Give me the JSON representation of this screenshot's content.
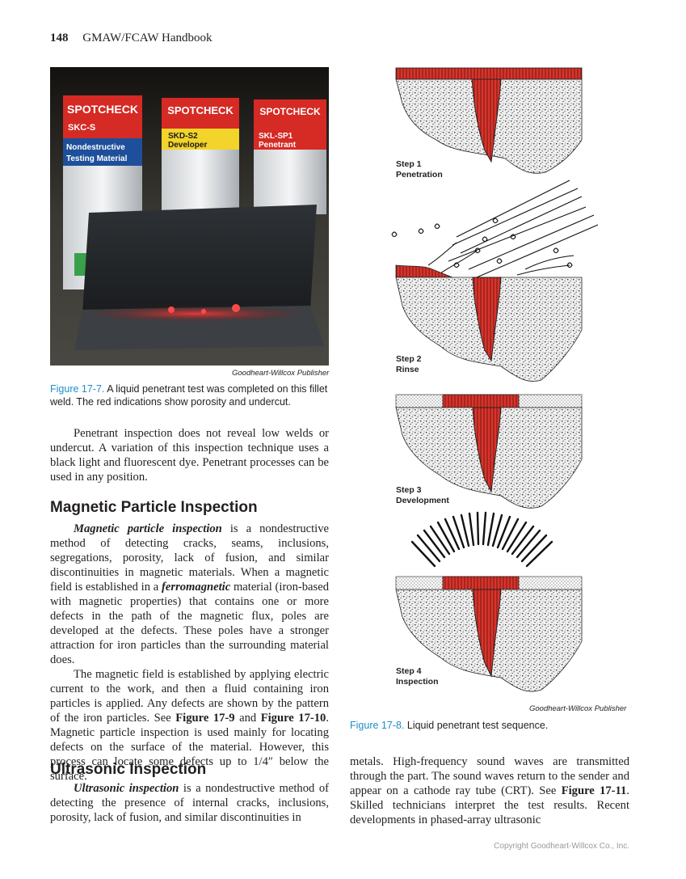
{
  "header": {
    "page_number": "148",
    "book_title": "GMAW/FCAW Handbook"
  },
  "figure_17_7": {
    "photo_cans": [
      {
        "brand": "SPOTCHECK",
        "code": "SKC-S",
        "line1": "Nondestructive",
        "line2": "Testing Material"
      },
      {
        "brand": "SPOTCHECK",
        "code": "SKD-S2",
        "line1": "Developer",
        "line2": ""
      },
      {
        "brand": "SPOTCHECK",
        "code": "SKL-SP1",
        "line1": "Penetrant",
        "line2": ""
      }
    ],
    "credit": "Goodheart-Willcox Publisher",
    "label": "Figure 17-7.",
    "caption": " A liquid penetrant test was completed on this fillet weld. The red indications show porosity and undercut."
  },
  "intro_paragraph": "Penetrant inspection does not reveal low welds or undercut. A variation of this inspection technique uses a black light and fluorescent dye. Penetrant processes can be used in any position.",
  "magnetic": {
    "heading": "Magnetic Particle Inspection",
    "p1_term": "Magnetic particle inspection",
    "p1_a": " is a nondestructive method of detecting cracks, seams, inclusions, segregations, porosity, lack of fusion, and similar discontinuities in magnetic materials. When a magnetic field is established in a ",
    "p1_term2": "ferromagnetic",
    "p1_b": " material (iron-based with magnetic properties) that contains one or more defects in the path of the magnetic flux, poles are developed at the defects. These poles have a stronger attraction for iron particles than the surrounding material does.",
    "p2_a": "The magnetic field is established by applying electric current to the work, and then a fluid containing iron particles is applied. Any defects are shown by the pattern of the iron particles. See ",
    "p2_ref1": "Figure 17-9",
    "p2_and": " and ",
    "p2_ref2": "Figure 17-10",
    "p2_b": ". Magnetic particle inspection is used mainly for locating defects on the surface of the material. However, this process can locate some defects up to 1/4″ below the surface."
  },
  "ultrasonic": {
    "heading": "Ultrasonic Inspection",
    "p1_term": "Ultrasonic inspection",
    "p1_a": " is a nondestructive method of detecting the presence of internal cracks, inclusions, porosity, lack of fusion, and similar discontinuities in"
  },
  "right_column": {
    "cont_a": "metals. High-frequency sound waves are transmitted through the part. The sound waves return to the sender and appear on a cathode ray tube (CRT). See ",
    "cont_ref": "Figure 17-11",
    "cont_b": ". Skilled technicians interpret the test results. Recent developments in phased-array ultrasonic"
  },
  "figure_17_8": {
    "steps": [
      {
        "step": "Step 1",
        "name": "Penetration"
      },
      {
        "step": "Step 2",
        "name": "Rinse"
      },
      {
        "step": "Step 3",
        "name": "Development"
      },
      {
        "step": "Step 4",
        "name": "Inspection"
      }
    ],
    "credit": "Goodheart-Willcox Publisher",
    "label": "Figure 17-8.",
    "caption": " Liquid penetrant test sequence."
  },
  "footer": {
    "copyright": "Copyright Goodheart-Willcox Co., Inc."
  },
  "colors": {
    "accent_blue": "#1e8fc6",
    "penetrant_red": "#d9342b",
    "stipple": "#8c8c8c"
  }
}
